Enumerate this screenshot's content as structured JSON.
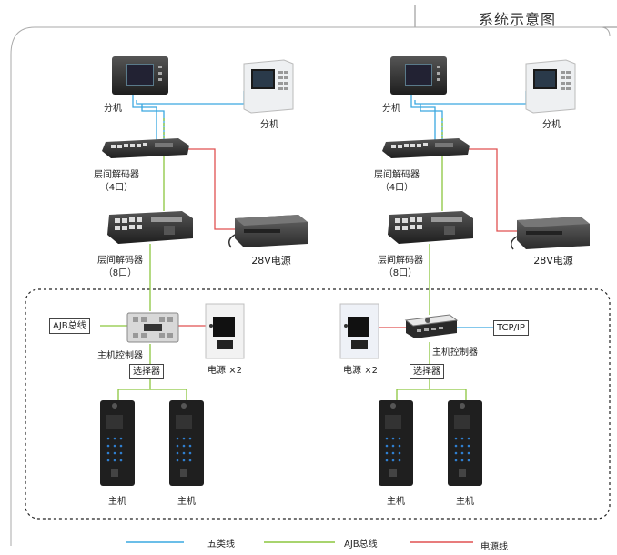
{
  "title": "系统示意图",
  "labels": {
    "indoor_unit": "分机",
    "floor_decoder": "层间解码器",
    "four_port": "（4口）",
    "eight_port": "（8口）",
    "power_28v": "28V电源",
    "ajb_bus": "AJB总线",
    "host_controller": "主机控制器",
    "selector": "选择器",
    "power_x2": "电源 ×2",
    "tcp_ip": "TCP/IP",
    "host": "主机"
  },
  "legend": [
    {
      "label": "五类线",
      "color": "#3aa8e0"
    },
    {
      "label": "AJB总线",
      "color": "#8cc63f"
    },
    {
      "label": "电源线",
      "color": "#e05050"
    }
  ],
  "colors": {
    "cat5": "#3aa8e0",
    "ajb": "#8cc63f",
    "power": "#e05050",
    "device_dark": "#2a2a2a",
    "border": "#555555"
  }
}
